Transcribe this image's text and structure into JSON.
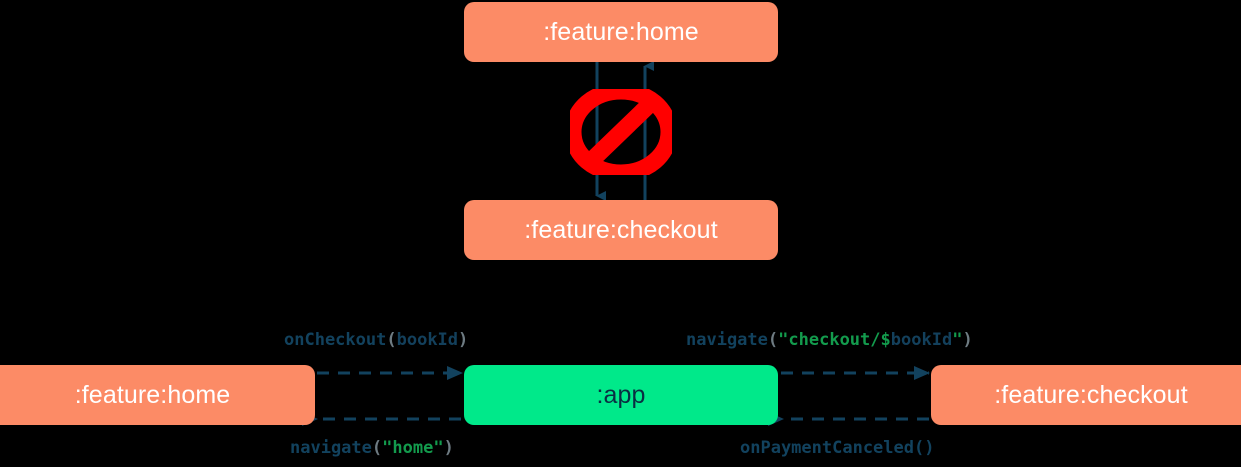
{
  "diagram": {
    "title": "",
    "background_color": "#000000",
    "colors": {
      "module_feature": "#FC8B66",
      "module_app": "#00E98A",
      "edge": "#12425E",
      "forbidden": "#FF0000",
      "label_function": "#12425E",
      "label_string": "#139B4D",
      "label_paren": "#6E7B82",
      "node_text_light": "#FFFFFF",
      "node_text_dark": "#0A2E42"
    },
    "top_section": {
      "nodes": [
        {
          "id": "home-top",
          "label": ":feature:home",
          "style": "feature"
        },
        {
          "id": "checkout-top",
          "label": ":feature:checkout",
          "style": "feature"
        }
      ],
      "edges": [
        {
          "from": "home-top",
          "to": "checkout-top",
          "direction": "down",
          "style": "solid"
        },
        {
          "from": "checkout-top",
          "to": "home-top",
          "direction": "up",
          "style": "solid"
        }
      ],
      "annotation": {
        "icon": "prohibition-icon",
        "meaning": "not-allowed"
      }
    },
    "bottom_section": {
      "nodes": [
        {
          "id": "home-bottom",
          "label": ":feature:home",
          "style": "feature"
        },
        {
          "id": "app",
          "label": ":app",
          "style": "app"
        },
        {
          "id": "checkout-bottom",
          "label": ":feature:checkout",
          "style": "feature"
        }
      ],
      "edges": [
        {
          "id": "edge-oncheckout",
          "from": "home-bottom",
          "to": "app",
          "direction": "right",
          "style": "dashed",
          "label_plain": "onCheckout(bookId)"
        },
        {
          "id": "edge-navigate-checkout",
          "from": "app",
          "to": "checkout-bottom",
          "direction": "right",
          "style": "dashed",
          "label_plain": "navigate(\"checkout/$bookId\")"
        },
        {
          "id": "edge-navigate-home",
          "from": "app",
          "to": "home-bottom",
          "direction": "left",
          "style": "dashed",
          "label_plain": "navigate(\"home\")"
        },
        {
          "id": "edge-onpaymentcanceled",
          "from": "checkout-bottom",
          "to": "app",
          "direction": "left",
          "style": "dashed",
          "label_plain": "onPaymentCanceled()"
        }
      ]
    },
    "labels": {
      "oncheckout": {
        "fn": "onCheckout",
        "open": "(",
        "arg": "bookId",
        "close": ")"
      },
      "navigate_checkout": {
        "fn": "navigate",
        "open": "(",
        "quote_open": "\"",
        "path": "checkout/",
        "dollar": "$",
        "var": "bookId",
        "quote_close": "\"",
        "close": ")"
      },
      "navigate_home": {
        "fn": "navigate",
        "open": "(",
        "quote_open": "\"",
        "path": "home",
        "quote_close": "\"",
        "close": ")"
      },
      "onpaymentcanceled": {
        "fn": "onPaymentCanceled",
        "open": "(",
        "close": ")"
      }
    }
  }
}
